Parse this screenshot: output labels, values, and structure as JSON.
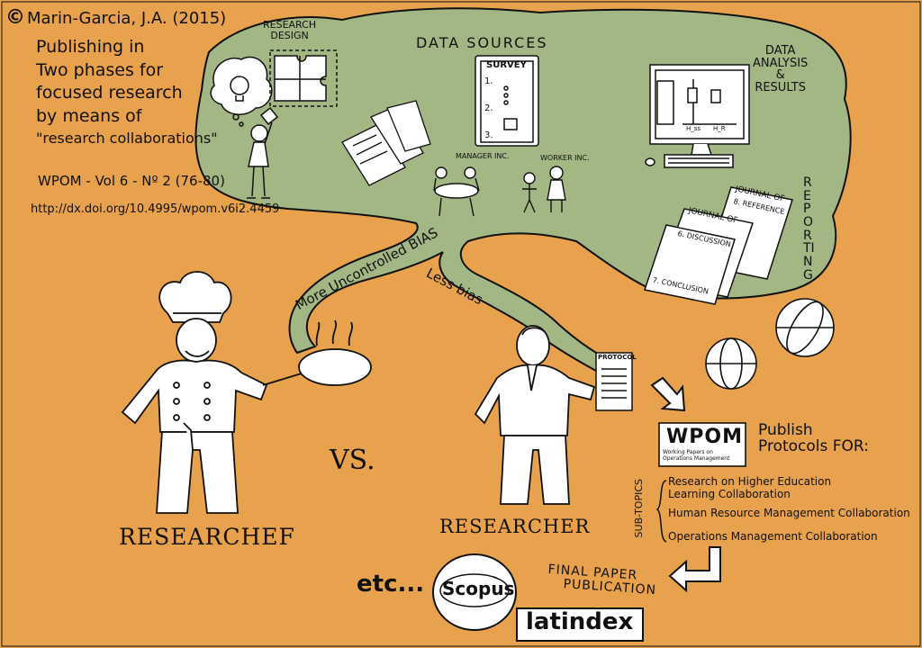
{
  "header": {
    "copyright_symbol": "©",
    "citation": "Marin-Garcia, J.A. (2015)",
    "title_lines": [
      "Publishing in",
      "Two phases for",
      "focused research",
      "by means of",
      "\"research collaborations\""
    ],
    "journal": "WPOM - Vol 6 - Nº 2 (76-80)",
    "doi": "http://dx.doi.org/10.4995/wpom.v6i2.4459"
  },
  "cloud": {
    "research_design_lines": [
      "RESEARCH",
      "DESIGN"
    ],
    "data_sources": "DATA SOURCES",
    "data_analysis_lines": [
      "DATA",
      "ANALYSIS",
      "&",
      "RESULTS"
    ],
    "reporting": "REPORTING",
    "survey": {
      "title": "SURVEY",
      "items": [
        "1.",
        "2.",
        "3."
      ]
    },
    "manager_label": "MANAGER INC.",
    "worker_label": "WORKER INC.",
    "chart_labels": [
      "H_ss",
      "H_R"
    ],
    "journal_paper": {
      "title": "JOURNAL OF",
      "reference": "8. REFERENCE",
      "discussion": "6. DISCUSSION",
      "conclusion": "7. CONCLUSION"
    }
  },
  "paths": {
    "more_bias": "More Uncontrolled BIAS",
    "less_bias": "Less bias"
  },
  "figures": {
    "chef_label": "RESEARCHEF",
    "versus": "VS.",
    "researcher_label": "RESEARCHER",
    "protocol_label": "PROTOCOL"
  },
  "publish": {
    "logo": "WPOM",
    "logo_sub": "Working Papers on Operations Management",
    "heading_lines": [
      "Publish",
      "Protocols FOR:"
    ],
    "sub_topics_label": "SUB-TOPICS",
    "topics": [
      "Research on Higher Education Learning Collaboration",
      "Human Resource Management Collaboration",
      "Operations Management Collaboration"
    ]
  },
  "final": {
    "lines": [
      "FINAL PAPER",
      "PUBLICATION"
    ],
    "etc": "etc...",
    "scopus": "Scopus",
    "latindex": "latindex"
  },
  "colors": {
    "background": "#e8a24e",
    "cloud": "#a3b785",
    "ink": "#111111",
    "paper": "#ffffff"
  }
}
